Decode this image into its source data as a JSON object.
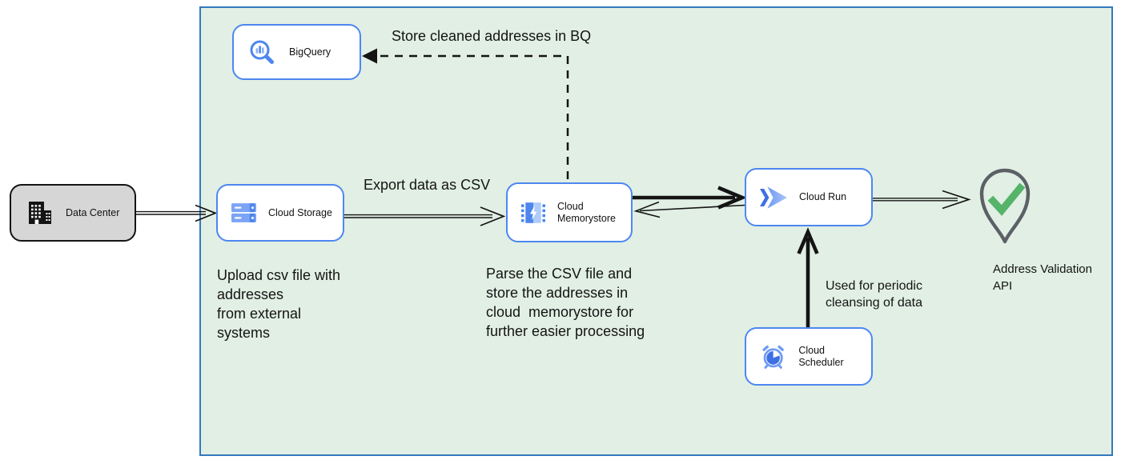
{
  "diagram": {
    "nodes": {
      "data_center": {
        "label": "Data Center"
      },
      "bigquery": {
        "label": "BigQuery"
      },
      "cloud_storage": {
        "label": "Cloud Storage"
      },
      "cloud_memorystore": {
        "label": "Cloud\nMemorystore"
      },
      "cloud_run": {
        "label": "Cloud Run"
      },
      "cloud_scheduler": {
        "label": "Cloud Scheduler"
      },
      "address_validation": {
        "label": "Address Validation\nAPI"
      }
    },
    "annotations": {
      "store_bq": "Store cleaned addresses in BQ",
      "export_csv": "Export data as CSV",
      "upload": "Upload csv file with\naddresses\nfrom external\nsystems",
      "parse": "Parse the CSV file and\nstore the addresses in\ncloud  memorystore for\nfurther easier processing",
      "periodic": "Used for periodic\ncleansing of data"
    },
    "colors": {
      "boundary_fill": "#e1efe4",
      "boundary_border": "#3379bd",
      "node_border": "#4d87f1",
      "node_fill": "#ffffff",
      "data_center_fill": "#d6d6d6",
      "icon_blue": "#4d86ee",
      "icon_blue_mid": "#7ca4f6",
      "icon_blue_light": "#aecbfa",
      "icon_blue_dark": "#3e70e3",
      "check_green": "#55b36a",
      "pin_outline_gray": "#5c6066",
      "arrow_black": "#141414"
    }
  }
}
